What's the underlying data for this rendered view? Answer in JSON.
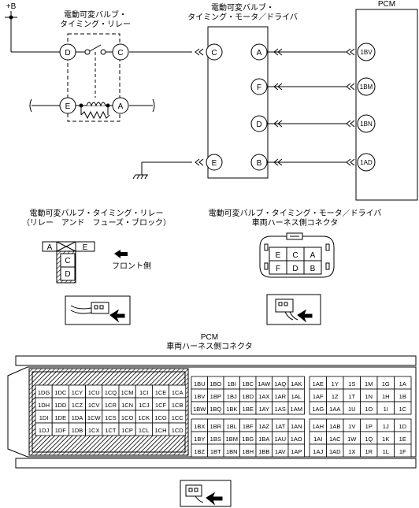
{
  "wiring": {
    "power_label": "+B",
    "relay_title_line1": "電動可変バルブ・",
    "relay_title_line2": "タイミング・リレー",
    "relay_pins": [
      "D",
      "C",
      "E",
      "A"
    ],
    "motor_title_line1": "電動可変バルブ・",
    "motor_title_line2": "タイミング・モータ／ドライバ",
    "motor_left_pins": [
      "C",
      "E"
    ],
    "motor_right_pins": [
      "A",
      "F",
      "D",
      "B"
    ],
    "pcm_title": "PCM",
    "pcm_pins": [
      "1BV",
      "1BM",
      "1BN",
      "1AD"
    ]
  },
  "relay_connector": {
    "title_line1": "電動可変バルブ・タイミング・リレー",
    "title_line2": "（リレー　アンド　フューズ・ブロック）",
    "cells": [
      "A",
      "E",
      "C",
      "D"
    ],
    "front_label": "フロント側"
  },
  "motor_connector": {
    "title_line1": "電動可変バルブ・タイミング・モータ／ドライバ",
    "title_line2": "車両ハーネス側コネクタ",
    "cells": [
      "E",
      "C",
      "A",
      "F",
      "D",
      "B"
    ]
  },
  "pcm_connector": {
    "title_line1": "PCM",
    "title_line2": "車両ハーネス側コネクタ",
    "left_rows": [
      [
        "1DG",
        "1DC",
        "1CY",
        "1CU",
        "1CQ",
        "1CM",
        "1CI",
        "1CE",
        "1CA"
      ],
      [
        "1DH",
        "1DD",
        "1CZ",
        "1CV",
        "1CR",
        "1CN",
        "1CJ",
        "1CF",
        "1CB"
      ],
      [
        "1DI",
        "1DE",
        "1DA",
        "1CW",
        "1CS",
        "1CO",
        "1CK",
        "1CG",
        "1CC"
      ],
      [
        "1DJ",
        "1DF",
        "1DB",
        "1CX",
        "1CT",
        "1CP",
        "1CL",
        "1CH",
        "1CD"
      ]
    ],
    "mid_rows": [
      [
        "1BU",
        "1BO",
        "1BI",
        "1BC",
        "1AW",
        "1AQ",
        "1AK"
      ],
      [
        "1BV",
        "1BP",
        "1BJ",
        "1BD",
        "1AX",
        "1AR",
        "1AL"
      ],
      [
        "1BW",
        "1BQ",
        "1BK",
        "1BE",
        "1AY",
        "1AS",
        "1AM"
      ],
      [
        "1BX",
        "1BR",
        "1BL",
        "1BF",
        "1AZ",
        "1AT",
        "1AN"
      ],
      [
        "1BY",
        "1BS",
        "1BM",
        "1BG",
        "1BA",
        "1AU",
        "1AO"
      ],
      [
        "1BZ",
        "1BT",
        "1BN",
        "1BH",
        "1BB",
        "1AV",
        "1AP"
      ]
    ],
    "right_rows": [
      [
        "1AE",
        "1Y",
        "1S",
        "1M",
        "1G",
        "1A"
      ],
      [
        "1AF",
        "1Z",
        "1T",
        "1N",
        "1H",
        "1B"
      ],
      [
        "1AG",
        "1AA",
        "1U",
        "1O",
        "1I",
        "1C"
      ],
      [
        "1AH",
        "1AB",
        "1V",
        "1P",
        "1J",
        "1D"
      ],
      [
        "1AI",
        "1AC",
        "1W",
        "1Q",
        "1K",
        "1E"
      ],
      [
        "1AJ",
        "1AD",
        "1X",
        "1R",
        "1L",
        "1F"
      ]
    ]
  }
}
